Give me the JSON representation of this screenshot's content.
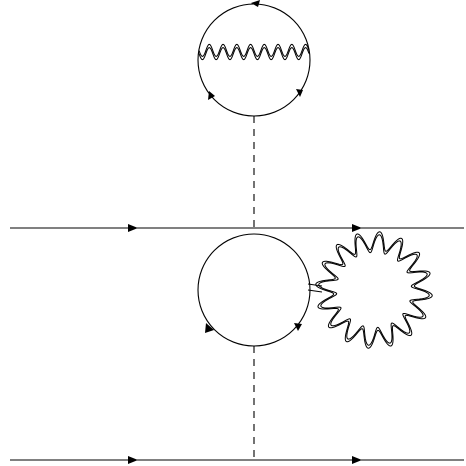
{
  "diagram": {
    "kind": "feynman-diagram",
    "colors": {
      "stroke": "#000000",
      "background": "#ffffff"
    },
    "elements": [
      "fermion-line-top",
      "fermion-line-bottom",
      "fermion-loop-upper",
      "photon-line-in-upper-loop",
      "fermion-loop-middle",
      "photon-self-energy-loop",
      "scalar-propagator-dashed-upper",
      "scalar-propagator-dashed-lower"
    ]
  }
}
